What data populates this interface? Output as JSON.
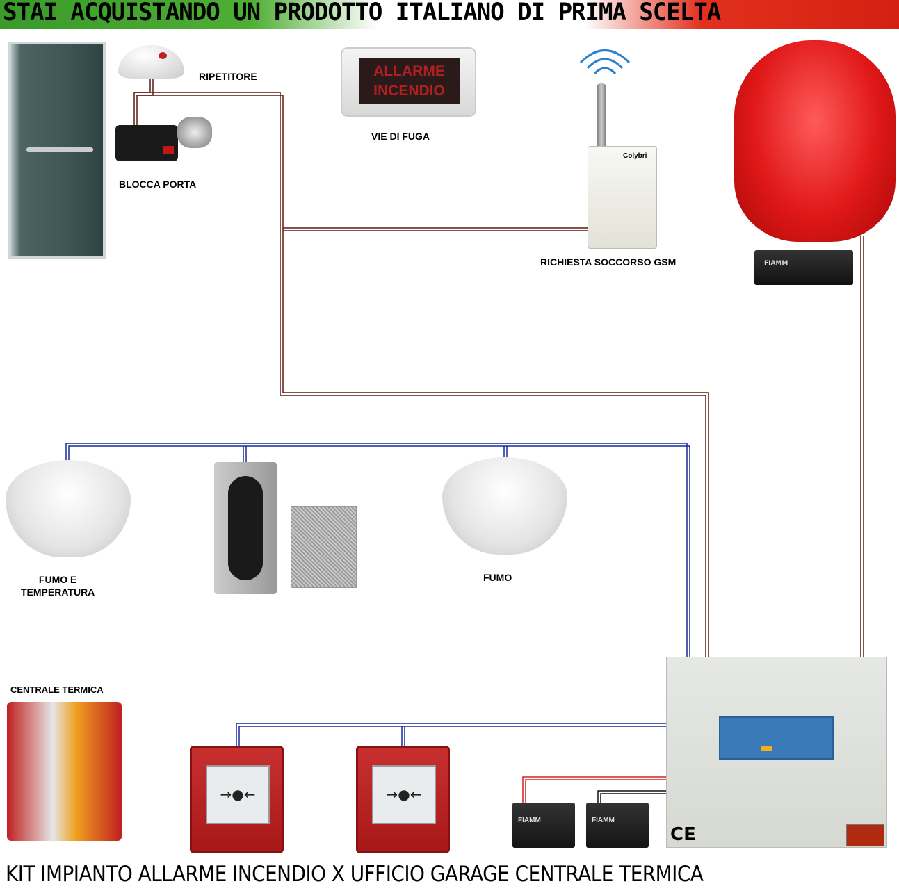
{
  "banner": {
    "text": "STAI ACQUISTANDO UN PRODOTTO ITALIANO DI PRIMA SCELTA",
    "colors": [
      "#3a9a2a",
      "#ffffff",
      "#e2301e"
    ]
  },
  "labels": {
    "repeater": "RIPETITORE",
    "door_lock": "BLOCCA PORTA",
    "exit_sign": "VIE DI FUGA",
    "gsm": "RICHIESTA SOCCORSO GSM",
    "smoke_temp_1": "FUMO E",
    "smoke_temp_2": "TEMPERATURA",
    "smoke": "FUMO",
    "boiler": "CENTRALE TERMICA"
  },
  "devices": {
    "exit_sign_text_1": "ALLARME",
    "exit_sign_text_2": "INCENDIO",
    "gsm_brand": "Colybri",
    "battery_brand": "FIAMM",
    "panel_mark": "CE"
  },
  "footer": {
    "text": "KIT IMPIANTO ALLARME INCENDIO X UFFICIO GARAGE CENTRALE TERMICA"
  },
  "wire_colors": {
    "power": "#5a1a10",
    "detector": "#1a2a9a",
    "battery_pos": "#d02020",
    "battery_neg": "#111111"
  }
}
